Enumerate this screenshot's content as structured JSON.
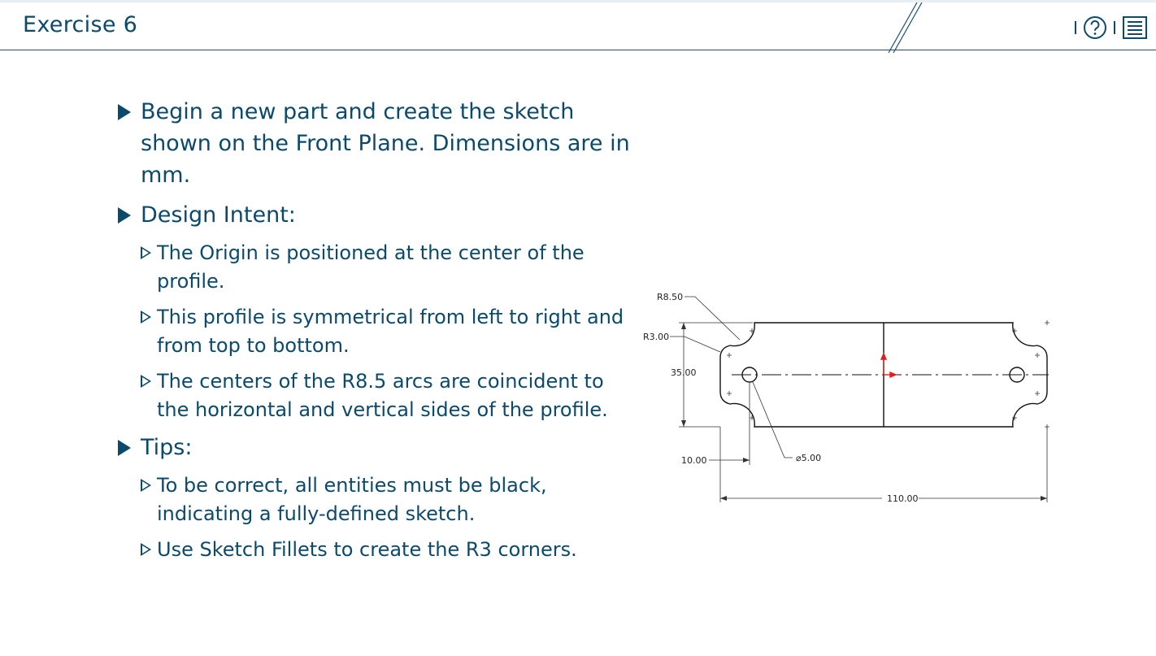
{
  "header": {
    "title": "Exercise 6",
    "icons": [
      "help-icon",
      "menu-list-icon"
    ]
  },
  "bullets": [
    {
      "text": "Begin a new part and create the sketch shown on the Front Plane.  Dimensions are in mm.",
      "children": []
    },
    {
      "text": "Design Intent:",
      "children": [
        "The Origin is positioned at the center of the profile.",
        "This profile is symmetrical from left to right and from top to bottom.",
        "The centers of the R8.5 arcs are coincident to the horizontal and vertical sides of the profile."
      ]
    },
    {
      "text": "Tips:",
      "children": [
        "To be correct, all entities must be black, indicating a fully-defined sketch.",
        "Use Sketch Fillets to create the R3 corners."
      ]
    }
  ],
  "drawing": {
    "dim_r850": "R8.50",
    "dim_r300": "R3.00",
    "dim_height": "35.00",
    "dim_offset": "10.00",
    "dim_hole": "⌀5.00",
    "dim_length": "110.00"
  },
  "colors": {
    "text": "#0b4a6b",
    "origin": "#e02020"
  }
}
